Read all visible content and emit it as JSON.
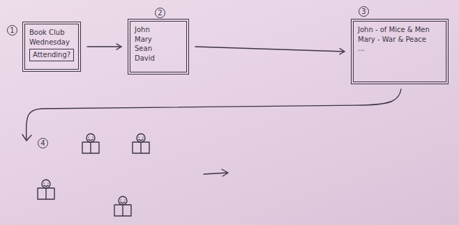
{
  "diagram": {
    "nodes": [
      {
        "text": [
          "Book Club",
          "Wednesday"
        ]
      },
      {
        "text": [
          "Attending?"
        ],
        "in": 0
      },
      {
        "text": [
          "John",
          "Mary",
          "Sean",
          "David"
        ]
      },
      {
        "text": [
          "John - of Mice & Men",
          "Mary - War & Peace",
          "..."
        ]
      }
    ],
    "edges": [
      {
        "from": 0,
        "to": 2,
        "arrow": "to"
      },
      {
        "from": 2,
        "to": 3,
        "arrow": "to"
      }
    ],
    "labels": [
      "1",
      "2",
      "3",
      "4"
    ]
  }
}
